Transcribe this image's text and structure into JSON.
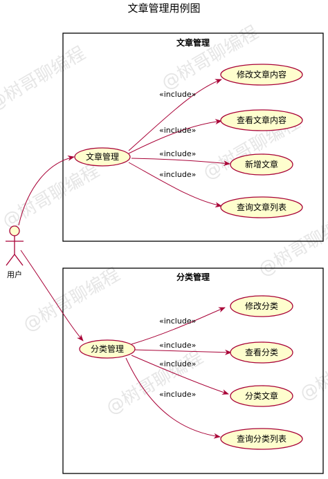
{
  "title": "文章管理用例图",
  "actor": {
    "label": "用户"
  },
  "include_label": "«include»",
  "watermark": "@树哥聊编程",
  "colors": {
    "usecase_fill": "#FEFECE",
    "usecase_stroke": "#A80036",
    "arrow": "#A80036",
    "package_border": "#000000"
  },
  "packages": [
    {
      "title": "文章管理",
      "main": "文章管理",
      "children": [
        "修改文章内容",
        "查看文章内容",
        "新增文章",
        "查询文章列表"
      ]
    },
    {
      "title": "分类管理",
      "main": "分类管理",
      "children": [
        "修改分类",
        "查看分类",
        "分类文章",
        "查询分类列表"
      ]
    }
  ]
}
